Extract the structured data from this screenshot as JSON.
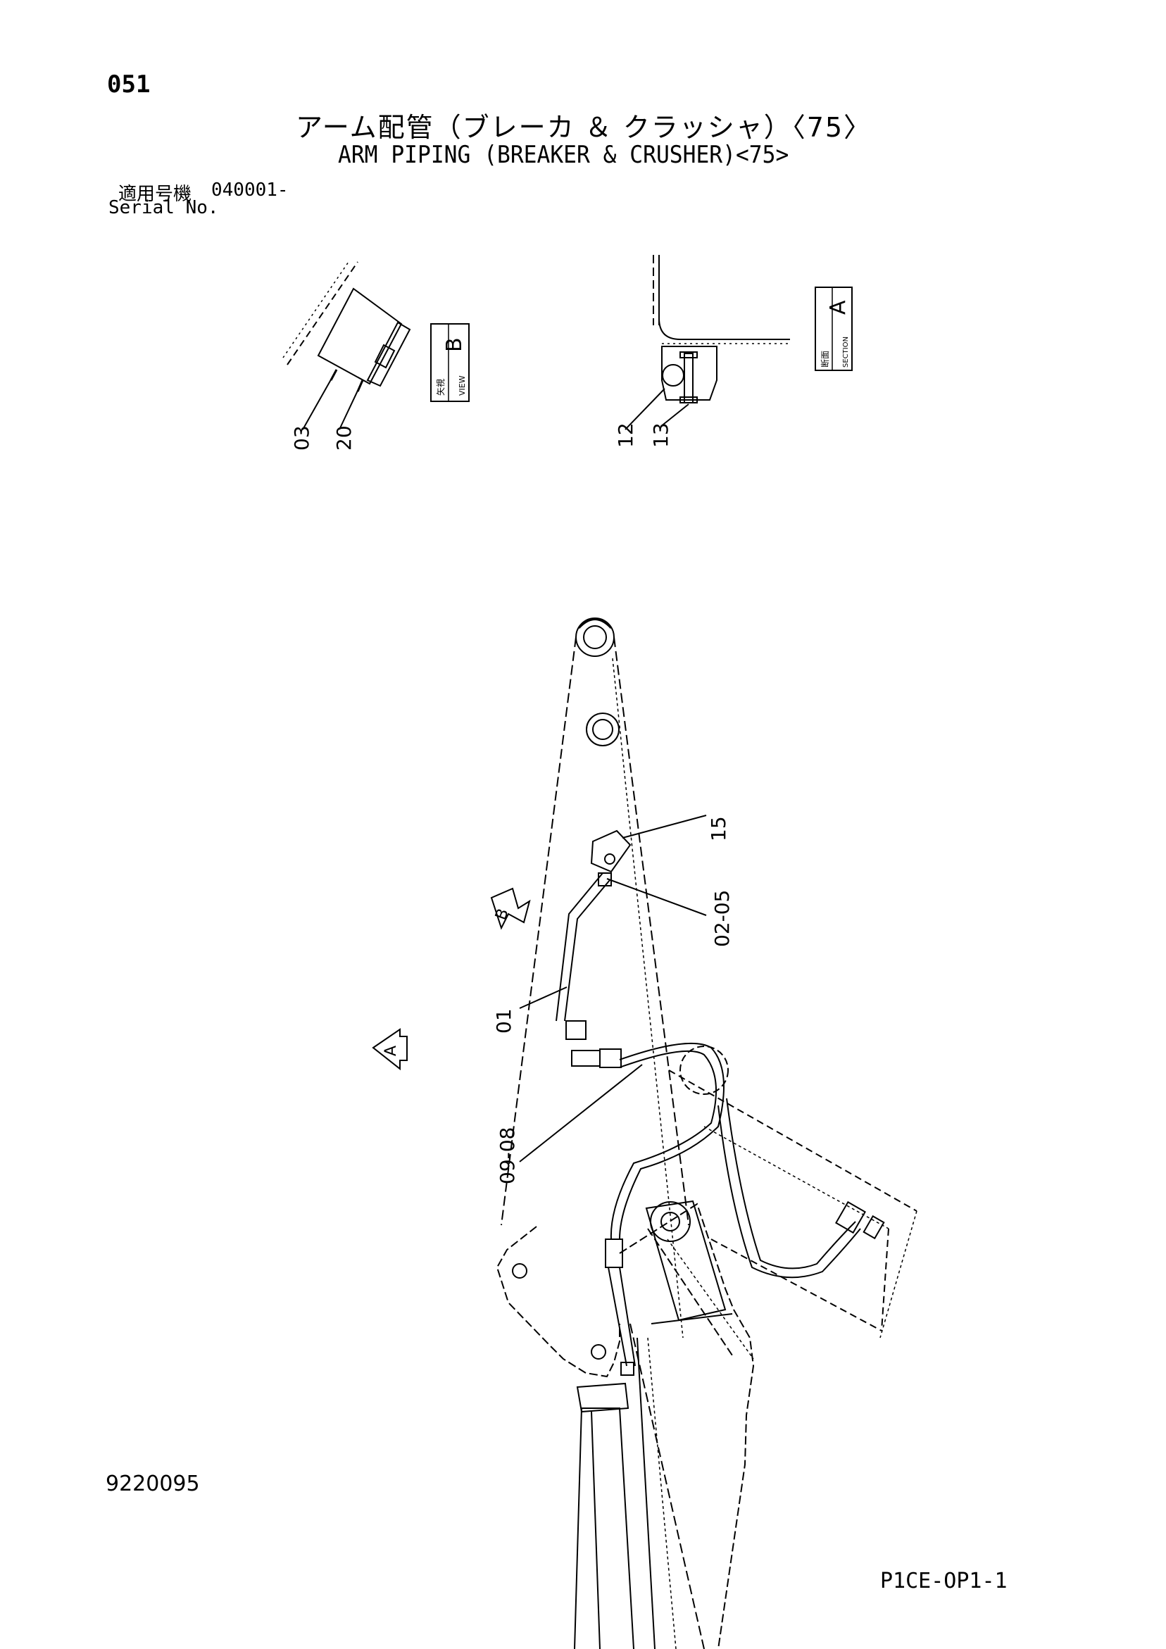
{
  "header": {
    "page_number": "051",
    "title_jp": "アーム配管（ブレーカ ＆ クラッシャ）〈75〉",
    "title_en": "ARM PIPING (BREAKER & CRUSHER)<75>",
    "serial_label_jp": "適用号機",
    "serial_value": "040001-",
    "serial_label_en": "Serial No."
  },
  "views": {
    "view_b": {
      "letter": "B",
      "jp_label": "矢視",
      "en_label": "VIEW"
    },
    "section_a": {
      "letter": "A",
      "jp_label": "断面",
      "en_label": "SECTION"
    }
  },
  "callouts": {
    "detail_b": [
      "03",
      "20"
    ],
    "detail_a": [
      "12",
      "13"
    ],
    "main": [
      "15",
      "02-05",
      "01",
      "09-08"
    ]
  },
  "markers": {
    "b": "B",
    "a": "A"
  },
  "footer": {
    "doc_number": "9220095",
    "sheet_code": "P1CE-OP1-1"
  },
  "colors": {
    "ink": "#000000",
    "paper": "#ffffff"
  }
}
